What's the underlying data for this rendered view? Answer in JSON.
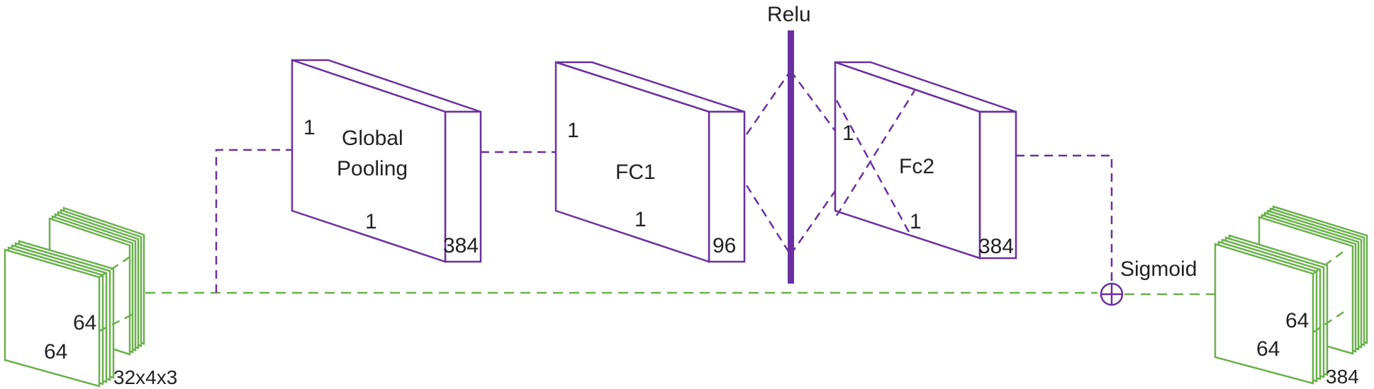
{
  "colors": {
    "purple": "#6a30a0",
    "green": "#6ab04c",
    "text": "#222222"
  },
  "labels": {
    "relu": "Relu",
    "sigmoid": "Sigmoid",
    "global_pooling_line1": "Global",
    "global_pooling_line2": "Pooling",
    "fc1": "FC1",
    "fc2": "Fc2"
  },
  "blocks": {
    "pooling": {
      "height_label": "1",
      "width_label": "1",
      "depth_label": "384"
    },
    "fc1": {
      "height_label": "1",
      "width_label": "1",
      "depth_label": "96"
    },
    "fc2": {
      "height_label": "1",
      "width_label": "1",
      "depth_label": "384"
    }
  },
  "input_stack": {
    "height_label": "64",
    "width_label": "64",
    "shape_label": "32x4x3"
  },
  "output_stack": {
    "height_label": "64",
    "width_label": "64",
    "depth_label": "384"
  },
  "icons": {
    "add_operator": "circle-plus-icon"
  }
}
